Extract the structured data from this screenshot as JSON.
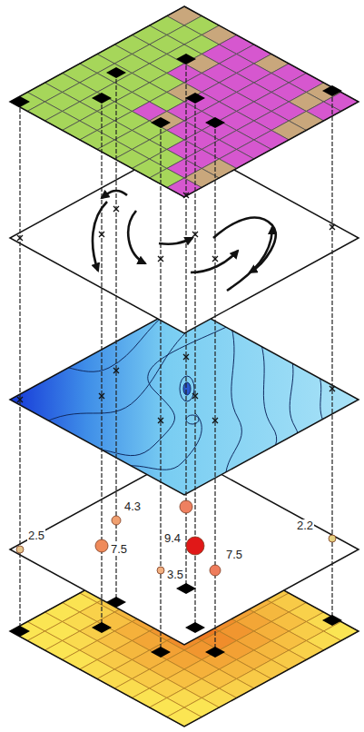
{
  "diagram": {
    "labels": [
      "4.3",
      "2.5",
      "2.2",
      "7.5",
      "9.4",
      "7.5",
      "3.5"
    ]
  }
}
